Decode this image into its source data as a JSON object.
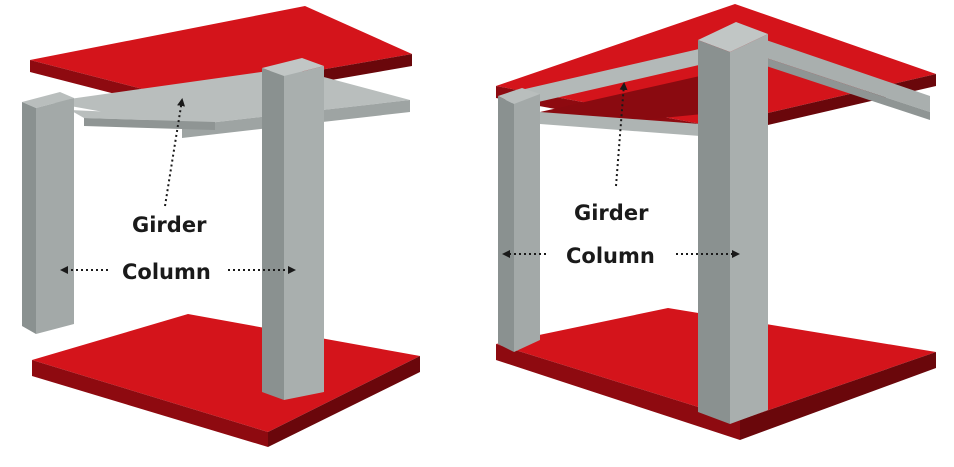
{
  "panels": [
    {
      "id": "left",
      "state": "exploded",
      "labels": {
        "girder": "Girder",
        "column": "Column"
      }
    },
    {
      "id": "right",
      "state": "assembled",
      "labels": {
        "girder": "Girder",
        "column": "Column"
      }
    }
  ],
  "colors": {
    "slab_top": "#d4141b",
    "slab_side": "#8e0a10",
    "slab_dark": "#6a070b",
    "concrete_light": "#b9bebd",
    "concrete_mid": "#9ea4a3",
    "concrete_dark": "#7c8382",
    "arrow": "#1a1a1a"
  }
}
